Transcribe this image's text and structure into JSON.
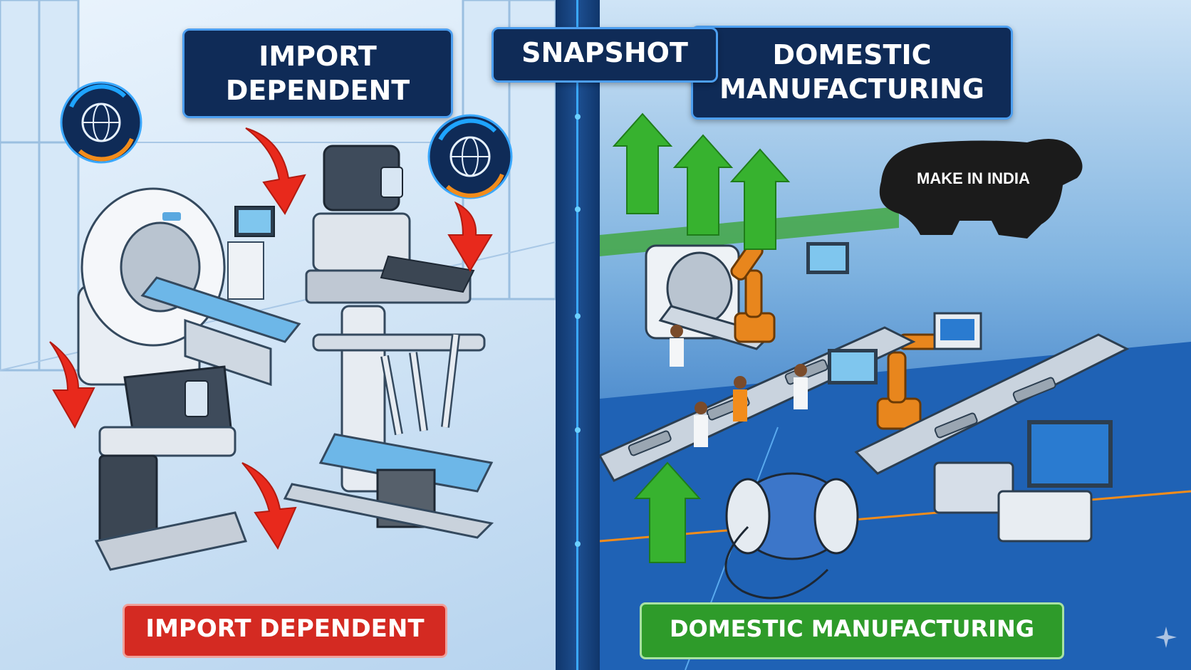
{
  "header": {
    "center_title": "SNAPSHOT",
    "left_title": "IMPORT DEPENDENT",
    "right_title": "DOMESTIC MANUFACTURING"
  },
  "left_panel": {
    "footer_label": "IMPORT DEPENDENT",
    "footer_color": "#d42a22",
    "arrow_color": "#e8291c"
  },
  "right_panel": {
    "footer_label": "DOMESTIC MANUFACTURING",
    "footer_color": "#2e9b2a",
    "arrow_color": "#37b22f",
    "logo_text": "MAKE IN INDIA"
  }
}
